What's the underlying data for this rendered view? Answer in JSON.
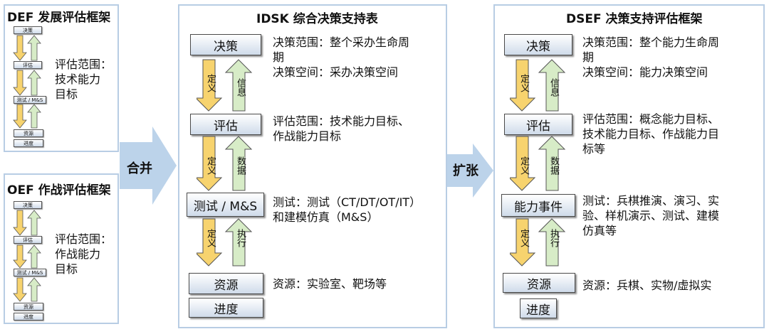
{
  "def_panel": {
    "title": "DEF 发展评估框架",
    "boxes": [
      "决策",
      "评估",
      "测试 / M&S",
      "资源",
      "进度"
    ],
    "desc": [
      "评估范围：",
      "技术能力",
      "目标"
    ]
  },
  "oef_panel": {
    "title": "OEF 作战评估框架",
    "boxes": [
      "决策",
      "评估",
      "测试 / M&S",
      "资源",
      "进度"
    ],
    "desc": [
      "评估范围：",
      "作战能力",
      "目标"
    ]
  },
  "merge_label": "合并",
  "expand_label": "扩张",
  "idsk_panel": {
    "title": "IDSK 综合决策支持表",
    "boxes": [
      "决策",
      "评估",
      "测试 / M&S",
      "资源",
      "进度"
    ],
    "arrows": {
      "define": "定义",
      "info": "信息",
      "data": "数据",
      "execute": "执行"
    },
    "desc_decision": [
      "决策范围：整个采办生命周",
      "期",
      "决策空间：采办决策空间"
    ],
    "desc_eval": [
      "评估范围：技术能力目标、",
      "作战能力目标"
    ],
    "desc_test": [
      "测试：测试（CT/DT/OT/IT）",
      "和建模仿真（M&S）"
    ],
    "desc_resource": [
      "资源：实验室、靶场等"
    ]
  },
  "dsef_panel": {
    "title": "DSEF 决策支持评估框架",
    "boxes": [
      "决策",
      "评估",
      "能力事件",
      "资源",
      "进度"
    ],
    "arrows": {
      "define": "定义",
      "info": "信息",
      "data": "数据",
      "execute": "执行"
    },
    "desc_decision": [
      "决策范围：整个能力生命周",
      "期",
      "决策空间：能力决策空间"
    ],
    "desc_eval": [
      "评估范围：概念能力目标、",
      "技术能力目标、作战能力目",
      "标等"
    ],
    "desc_test": [
      "测试：兵棋推演、演习、实",
      "验、样机演示、测试、建模",
      "仿真等"
    ],
    "desc_resource": [
      "资源：兵棋、实物/虚拟实"
    ]
  },
  "colors": {
    "panel_border": "#b8cde4",
    "define_arrow": "#f7d36e",
    "info_arrow": "#d7ecc7",
    "big_arrow": "#bcd3ea"
  }
}
